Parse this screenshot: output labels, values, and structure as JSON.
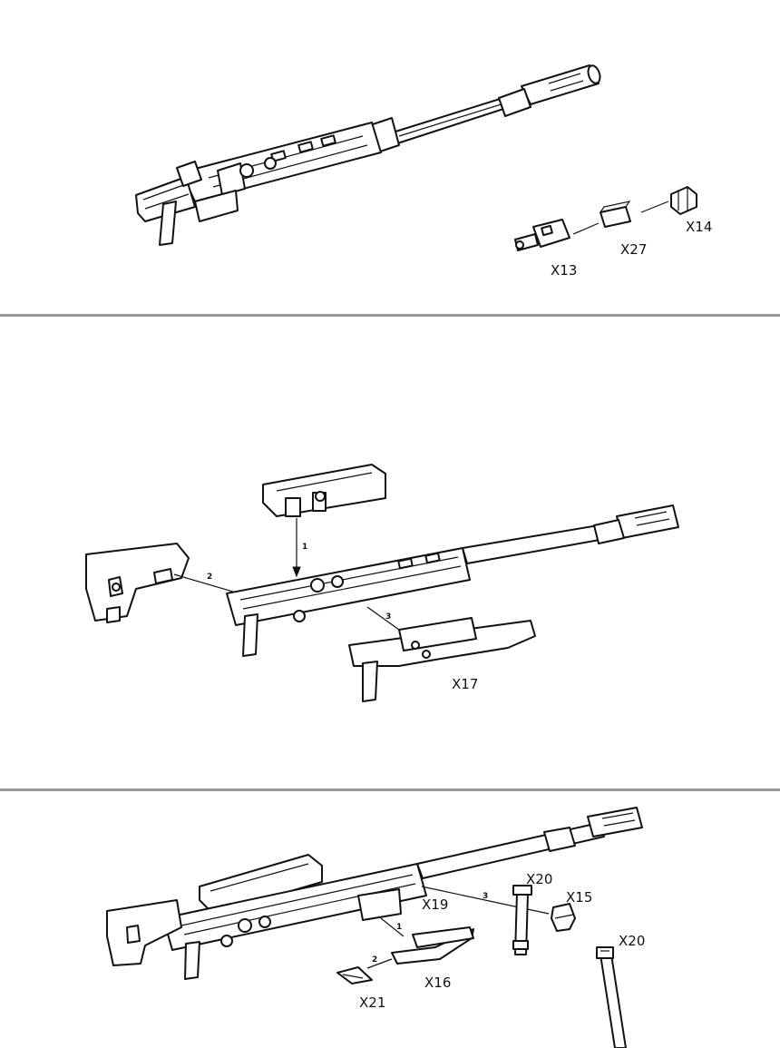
{
  "panel1": {
    "labels": {
      "x13": "X13",
      "x27": "X27",
      "x14": "X14"
    }
  },
  "panel2": {
    "labels": {
      "x17": "X17"
    },
    "steps": {
      "s1": "1",
      "s2": "2",
      "s3": "3"
    }
  },
  "panel3": {
    "labels": {
      "x20a": "X20",
      "x15": "X15",
      "x19": "X19",
      "x20b": "X20",
      "x16": "X16",
      "x21": "X21"
    },
    "steps": {
      "s1": "1",
      "s2": "2",
      "s3": "3"
    }
  }
}
